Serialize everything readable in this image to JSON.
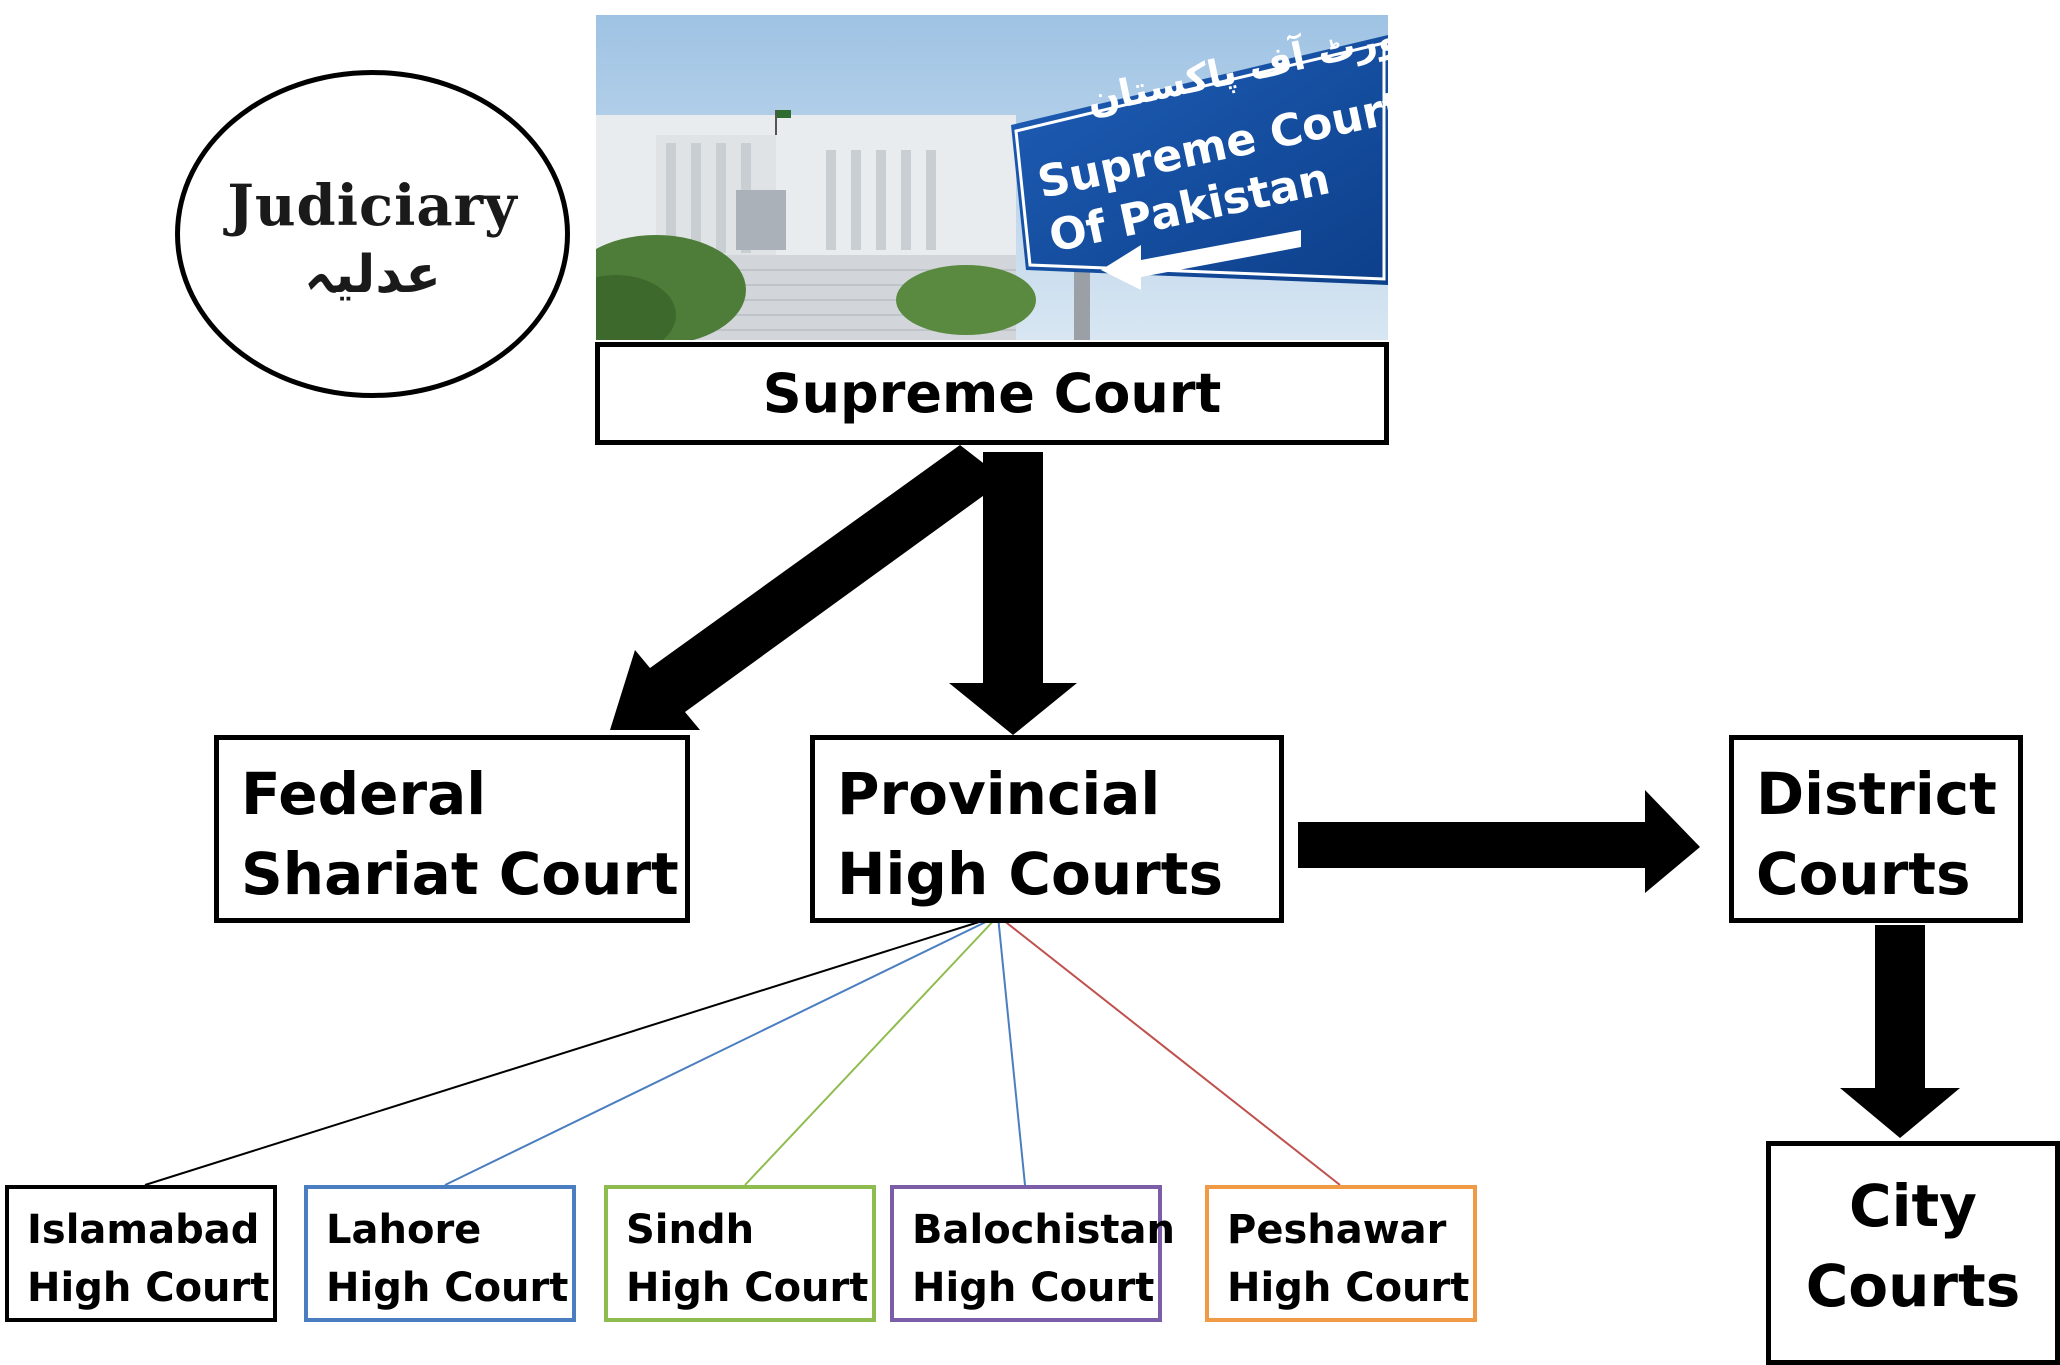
{
  "logo": {
    "english": "Judiciary",
    "urdu": "عدلیہ"
  },
  "photo": {
    "sign_urdu": "سپریم کورٹ آف پاکستان",
    "sign_line1": "Supreme Court",
    "sign_line2": "Of Pakistan"
  },
  "nodes": {
    "supreme": "Supreme Court",
    "federal": [
      "Federal",
      "Shariat Court"
    ],
    "provincial": [
      "Provincial",
      "High Courts"
    ],
    "district": [
      "District",
      "Courts"
    ],
    "city": [
      "City",
      "Courts"
    ],
    "high_courts": [
      {
        "name": "Islamabad",
        "suffix": "High Court",
        "color": "#000000"
      },
      {
        "name": "Lahore",
        "suffix": "High Court",
        "color": "#4a7ec0"
      },
      {
        "name": "Sindh",
        "suffix": "High Court",
        "color": "#8fbc4f"
      },
      {
        "name": "Balochistan",
        "suffix": "High Court",
        "color": "#7c5ea8"
      },
      {
        "name": "Peshawar",
        "suffix": "High Court",
        "color": "#f09a45"
      }
    ]
  },
  "connector_colors": {
    "islamabad": "#000000",
    "lahore": "#4a7ec0",
    "sindh": "#8fbc4f",
    "balochistan": "#4a7ec0",
    "peshawar": "#c0504d"
  }
}
